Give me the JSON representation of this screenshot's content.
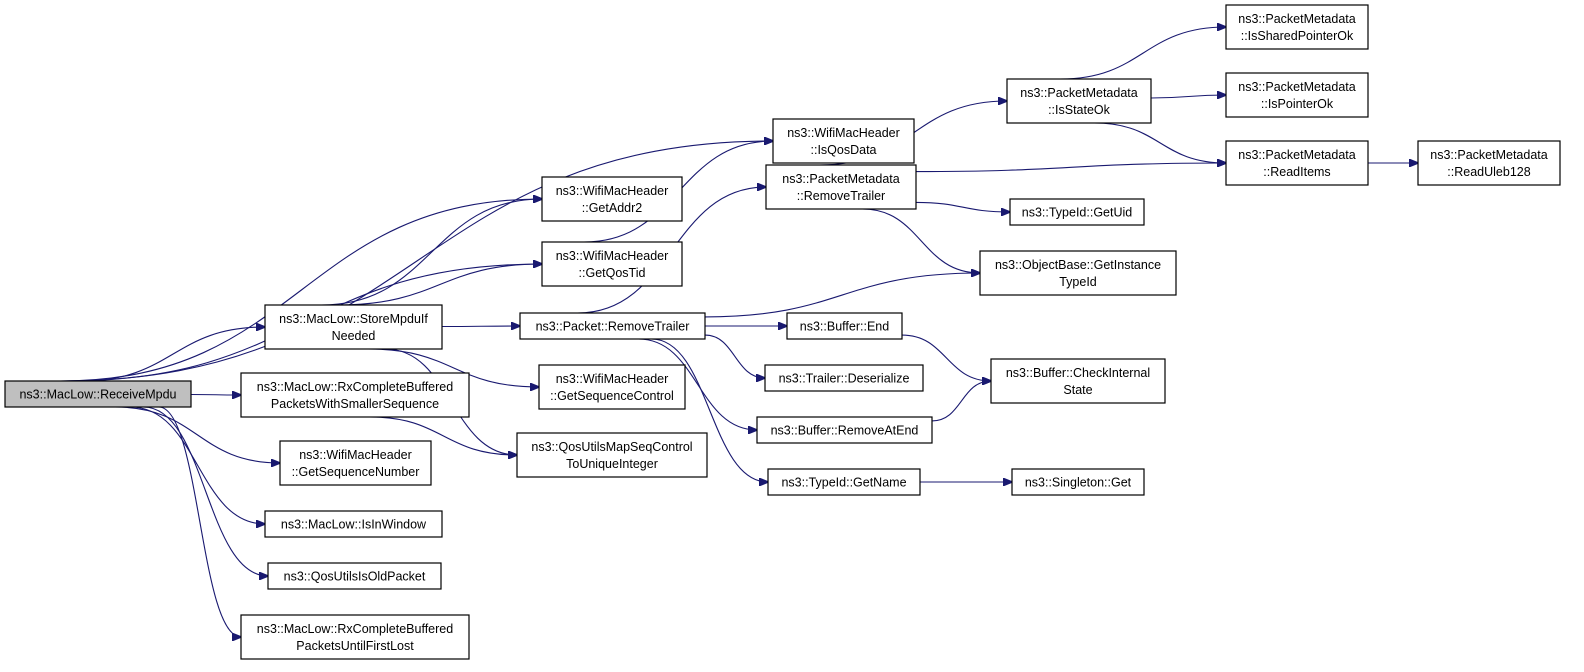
{
  "graph": {
    "nodes": [
      {
        "id": "receive_mpdu",
        "lines": [
          "ns3::MacLow::ReceiveMpdu"
        ],
        "root": true
      },
      {
        "id": "is_qos_data",
        "lines": [
          "ns3::WifiMacHeader",
          "::IsQosData"
        ]
      },
      {
        "id": "get_addr2",
        "lines": [
          "ns3::WifiMacHeader",
          "::GetAddr2"
        ]
      },
      {
        "id": "get_qos_tid",
        "lines": [
          "ns3::WifiMacHeader",
          "::GetQosTid"
        ]
      },
      {
        "id": "store_mpdu_if_needed",
        "lines": [
          "ns3::MacLow::StoreMpduIf",
          "Needed"
        ]
      },
      {
        "id": "rx_complete_smaller_seq",
        "lines": [
          "ns3::MacLow::RxCompleteBuffered",
          "PacketsWithSmallerSequence"
        ]
      },
      {
        "id": "get_sequence_number",
        "lines": [
          "ns3::WifiMacHeader",
          "::GetSequenceNumber"
        ]
      },
      {
        "id": "is_in_window",
        "lines": [
          "ns3::MacLow::IsInWindow"
        ]
      },
      {
        "id": "qos_utils_is_old_packet",
        "lines": [
          "ns3::QosUtilsIsOldPacket"
        ]
      },
      {
        "id": "rx_complete_until_first_lost",
        "lines": [
          "ns3::MacLow::RxCompleteBuffered",
          "PacketsUntilFirstLost"
        ]
      },
      {
        "id": "packet_remove_trailer",
        "lines": [
          "ns3::Packet::RemoveTrailer"
        ]
      },
      {
        "id": "get_sequence_control",
        "lines": [
          "ns3::WifiMacHeader",
          "::GetSequenceControl"
        ]
      },
      {
        "id": "qos_utils_map_seq",
        "lines": [
          "ns3::QosUtilsMapSeqControl",
          "ToUniqueInteger"
        ]
      },
      {
        "id": "pm_remove_trailer",
        "lines": [
          "ns3::PacketMetadata",
          "::RemoveTrailer"
        ]
      },
      {
        "id": "buffer_end",
        "lines": [
          "ns3::Buffer::End"
        ]
      },
      {
        "id": "trailer_deserialize",
        "lines": [
          "ns3::Trailer::Deserialize"
        ]
      },
      {
        "id": "buffer_remove_at_end",
        "lines": [
          "ns3::Buffer::RemoveAtEnd"
        ]
      },
      {
        "id": "typeid_get_name",
        "lines": [
          "ns3::TypeId::GetName"
        ]
      },
      {
        "id": "pm_is_state_ok",
        "lines": [
          "ns3::PacketMetadata",
          "::IsStateOk"
        ]
      },
      {
        "id": "typeid_get_uid",
        "lines": [
          "ns3::TypeId::GetUid"
        ]
      },
      {
        "id": "objectbase_get_instance_typeid",
        "lines": [
          "ns3::ObjectBase::GetInstance",
          "TypeId"
        ]
      },
      {
        "id": "buffer_check_internal_state",
        "lines": [
          "ns3::Buffer::CheckInternal",
          "State"
        ]
      },
      {
        "id": "singleton_get",
        "lines": [
          "ns3::Singleton::Get"
        ]
      },
      {
        "id": "pm_is_shared_pointer_ok",
        "lines": [
          "ns3::PacketMetadata",
          "::IsSharedPointerOk"
        ]
      },
      {
        "id": "pm_is_pointer_ok",
        "lines": [
          "ns3::PacketMetadata",
          "::IsPointerOk"
        ]
      },
      {
        "id": "pm_read_items",
        "lines": [
          "ns3::PacketMetadata",
          "::ReadItems"
        ]
      },
      {
        "id": "pm_read_uleb128",
        "lines": [
          "ns3::PacketMetadata",
          "::ReadUleb128"
        ]
      }
    ],
    "edges": [
      [
        "receive_mpdu",
        "is_qos_data"
      ],
      [
        "receive_mpdu",
        "get_addr2"
      ],
      [
        "receive_mpdu",
        "get_qos_tid"
      ],
      [
        "receive_mpdu",
        "store_mpdu_if_needed"
      ],
      [
        "receive_mpdu",
        "rx_complete_smaller_seq"
      ],
      [
        "receive_mpdu",
        "get_sequence_number"
      ],
      [
        "receive_mpdu",
        "is_in_window"
      ],
      [
        "receive_mpdu",
        "qos_utils_is_old_packet"
      ],
      [
        "receive_mpdu",
        "rx_complete_until_first_lost"
      ],
      [
        "store_mpdu_if_needed",
        "get_addr2"
      ],
      [
        "store_mpdu_if_needed",
        "get_qos_tid"
      ],
      [
        "store_mpdu_if_needed",
        "packet_remove_trailer"
      ],
      [
        "store_mpdu_if_needed",
        "get_sequence_control"
      ],
      [
        "store_mpdu_if_needed",
        "qos_utils_map_seq"
      ],
      [
        "rx_complete_smaller_seq",
        "qos_utils_map_seq"
      ],
      [
        "get_qos_tid",
        "is_qos_data"
      ],
      [
        "packet_remove_trailer",
        "pm_remove_trailer"
      ],
      [
        "packet_remove_trailer",
        "objectbase_get_instance_typeid"
      ],
      [
        "packet_remove_trailer",
        "buffer_end"
      ],
      [
        "packet_remove_trailer",
        "trailer_deserialize"
      ],
      [
        "packet_remove_trailer",
        "buffer_remove_at_end"
      ],
      [
        "packet_remove_trailer",
        "typeid_get_name"
      ],
      [
        "pm_remove_trailer",
        "pm_is_state_ok"
      ],
      [
        "pm_remove_trailer",
        "pm_read_items"
      ],
      [
        "pm_remove_trailer",
        "typeid_get_uid"
      ],
      [
        "pm_remove_trailer",
        "objectbase_get_instance_typeid"
      ],
      [
        "pm_is_state_ok",
        "pm_is_shared_pointer_ok"
      ],
      [
        "pm_is_state_ok",
        "pm_is_pointer_ok"
      ],
      [
        "pm_is_state_ok",
        "pm_read_items"
      ],
      [
        "pm_read_items",
        "pm_read_uleb128"
      ],
      [
        "buffer_end",
        "buffer_check_internal_state"
      ],
      [
        "buffer_remove_at_end",
        "buffer_check_internal_state"
      ],
      [
        "typeid_get_name",
        "singleton_get"
      ]
    ]
  }
}
